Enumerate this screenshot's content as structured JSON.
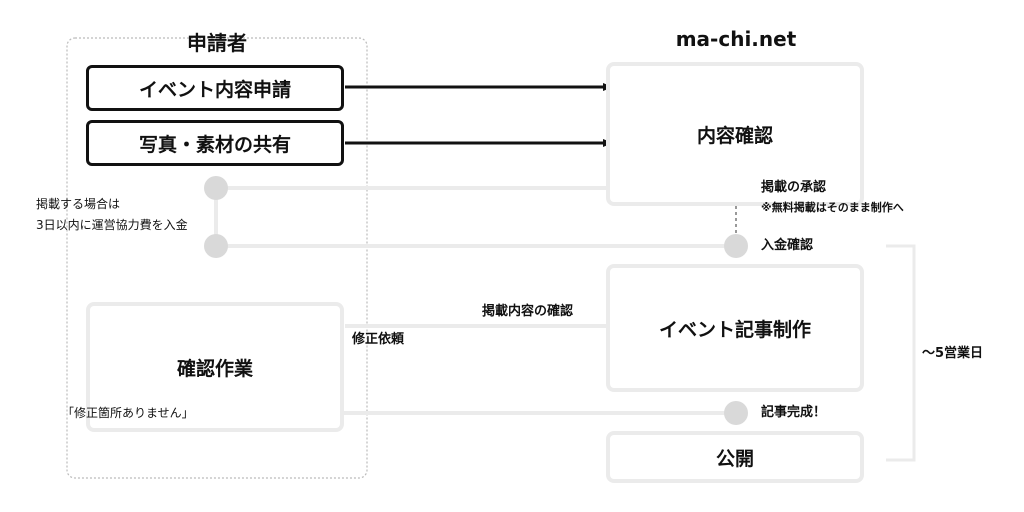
{
  "applicant": {
    "title": "申請者",
    "submit": "イベント内容申請",
    "share": "写真・素材の共有",
    "review": "確認作業"
  },
  "machi": {
    "title": "ma-chi.net",
    "confirm": "内容確認",
    "production": "イベント記事制作",
    "publish": "公開"
  },
  "notes": {
    "fee_line1": "掲載する場合は",
    "fee_line2": "3日以内に運営協力費を入金",
    "approval": "掲載の承認",
    "free_note": "※無料掲載はそのまま制作へ",
    "payment_check": "入金確認",
    "content_check": "掲載内容の確認",
    "revision": "修正依頼",
    "no_fix": "「修正箇所ありません」",
    "article_done": "記事完成！",
    "duration": "〜5営業日"
  },
  "colors": {
    "ink": "#111111",
    "node": "#d9d9d9",
    "frame": "#ebebeb",
    "guide": "#bbbbbb"
  }
}
